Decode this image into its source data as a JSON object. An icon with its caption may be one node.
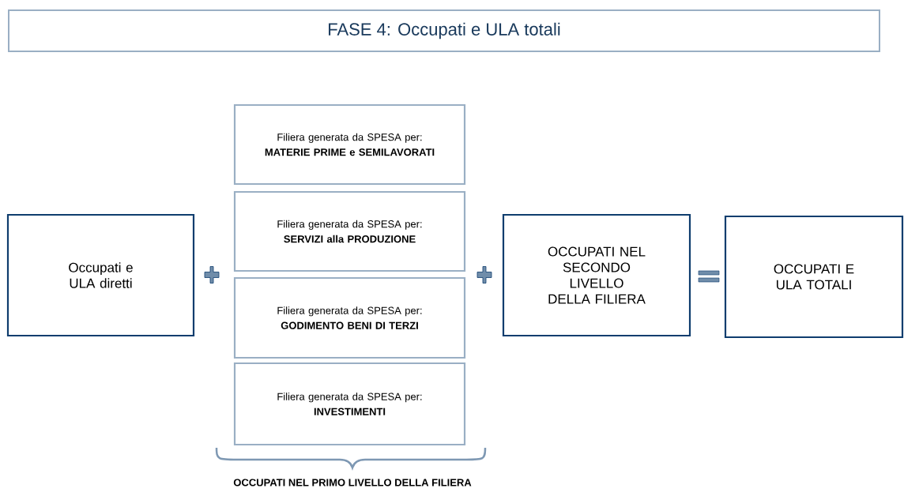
{
  "diagram": {
    "title": "FASE 4: Occupati e ULA totali",
    "nodes": [
      {
        "text": [
          "Occupati e ULA diretti"
        ]
      },
      {
        "text": [
          "Filiera generata da SPESA per:",
          "MATERIE PRIME e SEMILAVORATI"
        ]
      },
      {
        "text": [
          "Filiera generata da SPESA per:",
          "SERVIZI alla PRODUZIONE"
        ]
      },
      {
        "text": [
          "Filiera generata da SPESA per:",
          "GODIMENTO BENI DI TERZI"
        ]
      },
      {
        "text": [
          "Filiera generata da SPESA per:",
          "INVESTIMENTI"
        ]
      },
      {
        "text": [
          "OCCUPATI NEL SECONDO LIVELLO DELLA FILIERA"
        ]
      },
      {
        "text": [
          "OCCUPATI E ULA TOTALI"
        ]
      }
    ],
    "labels": [
      "OCCUPATI NEL PRIMO LIVELLO DELLA FILIERA"
    ]
  }
}
